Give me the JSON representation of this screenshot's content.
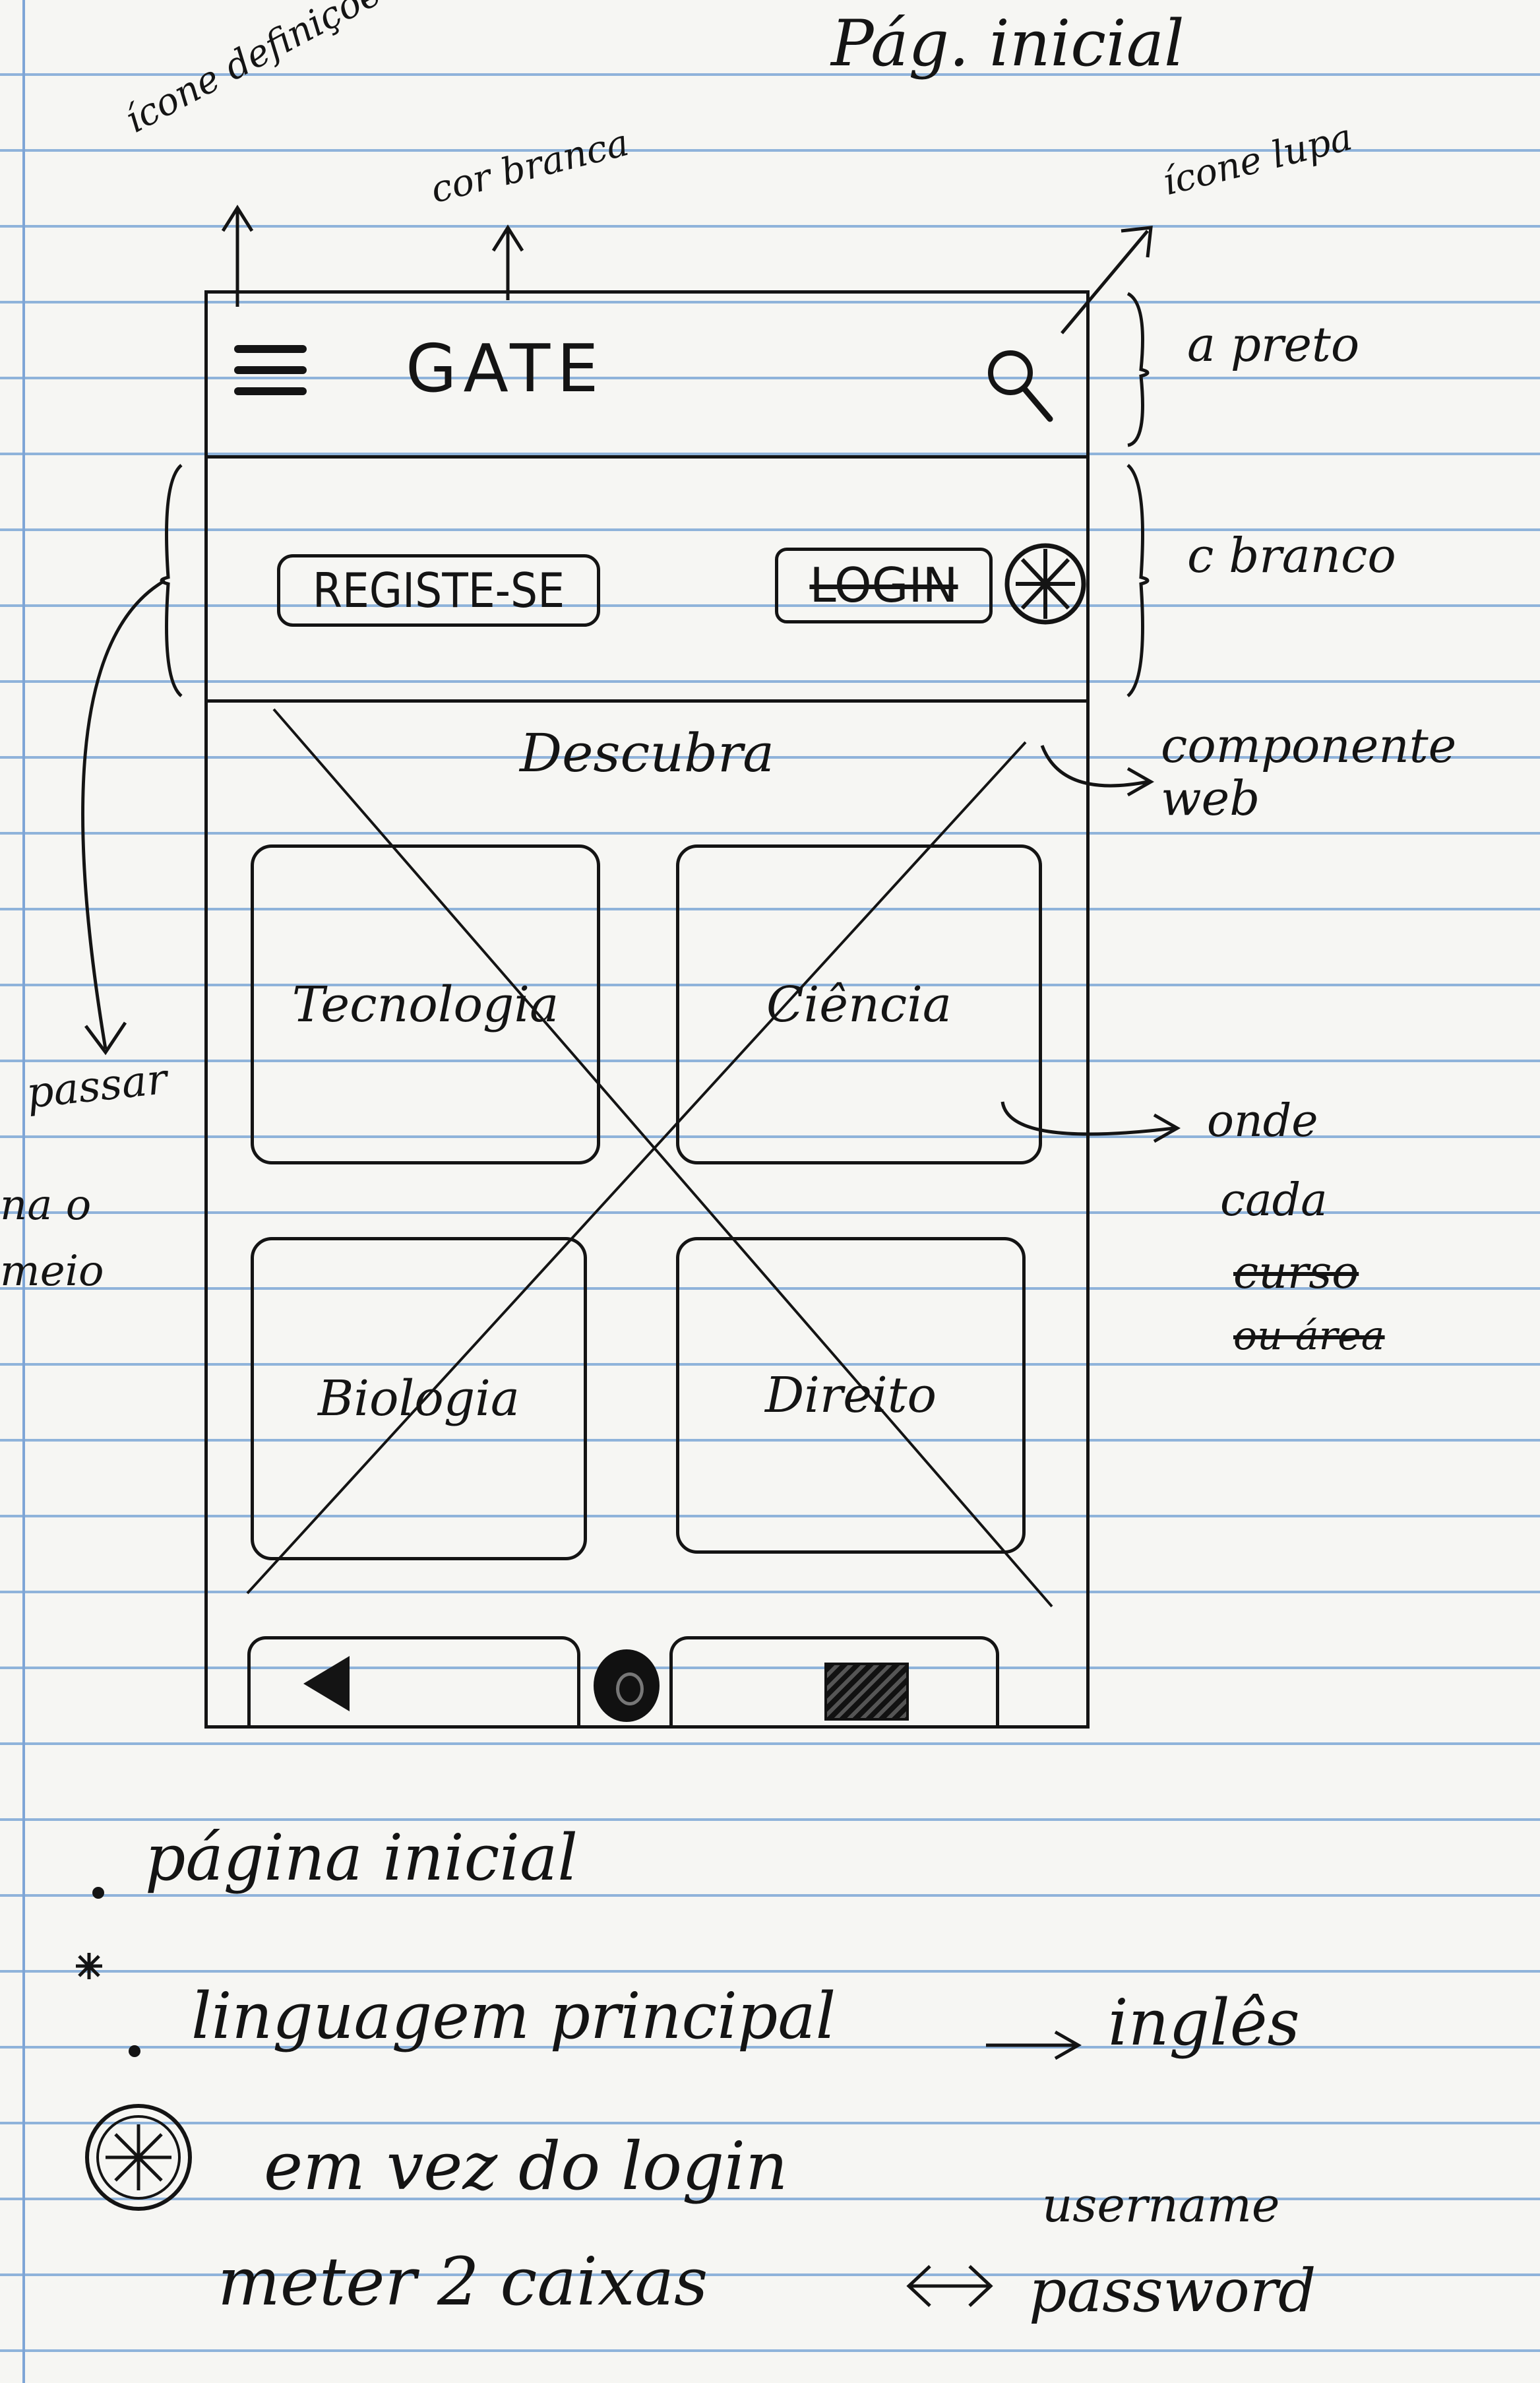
{
  "page": {
    "title": "Pág. inicial"
  },
  "annotations": {
    "settings_icon": "ícone definições",
    "white_color": "cor branca",
    "search_icon": "ícone lupa",
    "black": "a preto",
    "white": "c branco",
    "web_component": "componente web",
    "pass_left": "passar",
    "to_middle_1": "na o",
    "to_middle_2": "meio",
    "each_course_1": "onde",
    "each_course_2": "cada",
    "each_course_3": "curso",
    "each_course_4": "ou área"
  },
  "app": {
    "title": "GATE",
    "register_label": "REGISTE-SE",
    "login_label": "LOGIN",
    "discover_label": "Descubra",
    "tiles": [
      {
        "label": "Tecnologia"
      },
      {
        "label": "Ciência"
      },
      {
        "label": "Biologia"
      },
      {
        "label": "Direito"
      }
    ]
  },
  "notes": {
    "line1": "página inicial",
    "line2_a": "linguagem principal",
    "line2_b": "inglês",
    "line3": "em vez do login",
    "line4_a": "meter 2 caixas",
    "line4_b": "username",
    "line4_c": "password"
  },
  "icons": {
    "menu": "hamburger-menu-icon",
    "search": "search-icon",
    "language": "globe-icon",
    "back": "back-triangle-icon",
    "home": "home-circle-icon",
    "recent": "recent-square-icon"
  }
}
